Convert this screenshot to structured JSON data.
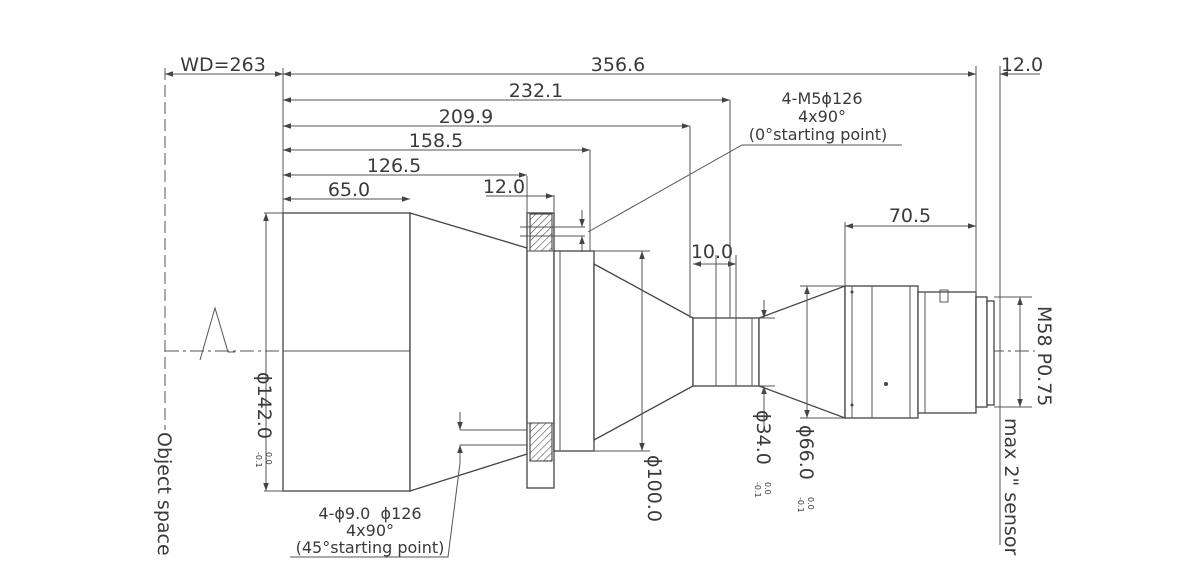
{
  "colors": {
    "line": "#444444",
    "text": "#3a3a3a",
    "background": "#ffffff"
  },
  "dimensions": {
    "wd": "WD=263",
    "total_length": "356.6",
    "back_flange": "12.0",
    "len_232": "232.1",
    "len_209": "209.9",
    "len_158": "158.5",
    "len_126": "126.5",
    "len_65": "65.0",
    "flange_thickness": "12.0",
    "neck_length": "10.0",
    "rear_length": "70.5"
  },
  "diameters": {
    "front": {
      "value": "ϕ142.0",
      "tol_upper": "0.0",
      "tol_lower": "-0.1"
    },
    "mid": {
      "value": "ϕ100.0"
    },
    "neck": {
      "value": "ϕ34.0",
      "tol_upper": "0.0",
      "tol_lower": "-0.1"
    },
    "rear": {
      "value": "ϕ66.0",
      "tol_upper": "0.0",
      "tol_lower": "-0.1"
    }
  },
  "notes": {
    "top_hole": [
      "4-M5ϕ126",
      "4x90°",
      "(0°starting point)"
    ],
    "bottom_hole": [
      "4-ϕ9.0  ϕ126",
      "4x90°",
      "(45°starting point)"
    ]
  },
  "labels": {
    "object_space": "Object space",
    "thread": "M58 P0.75",
    "sensor": "max 2\" sensor"
  }
}
